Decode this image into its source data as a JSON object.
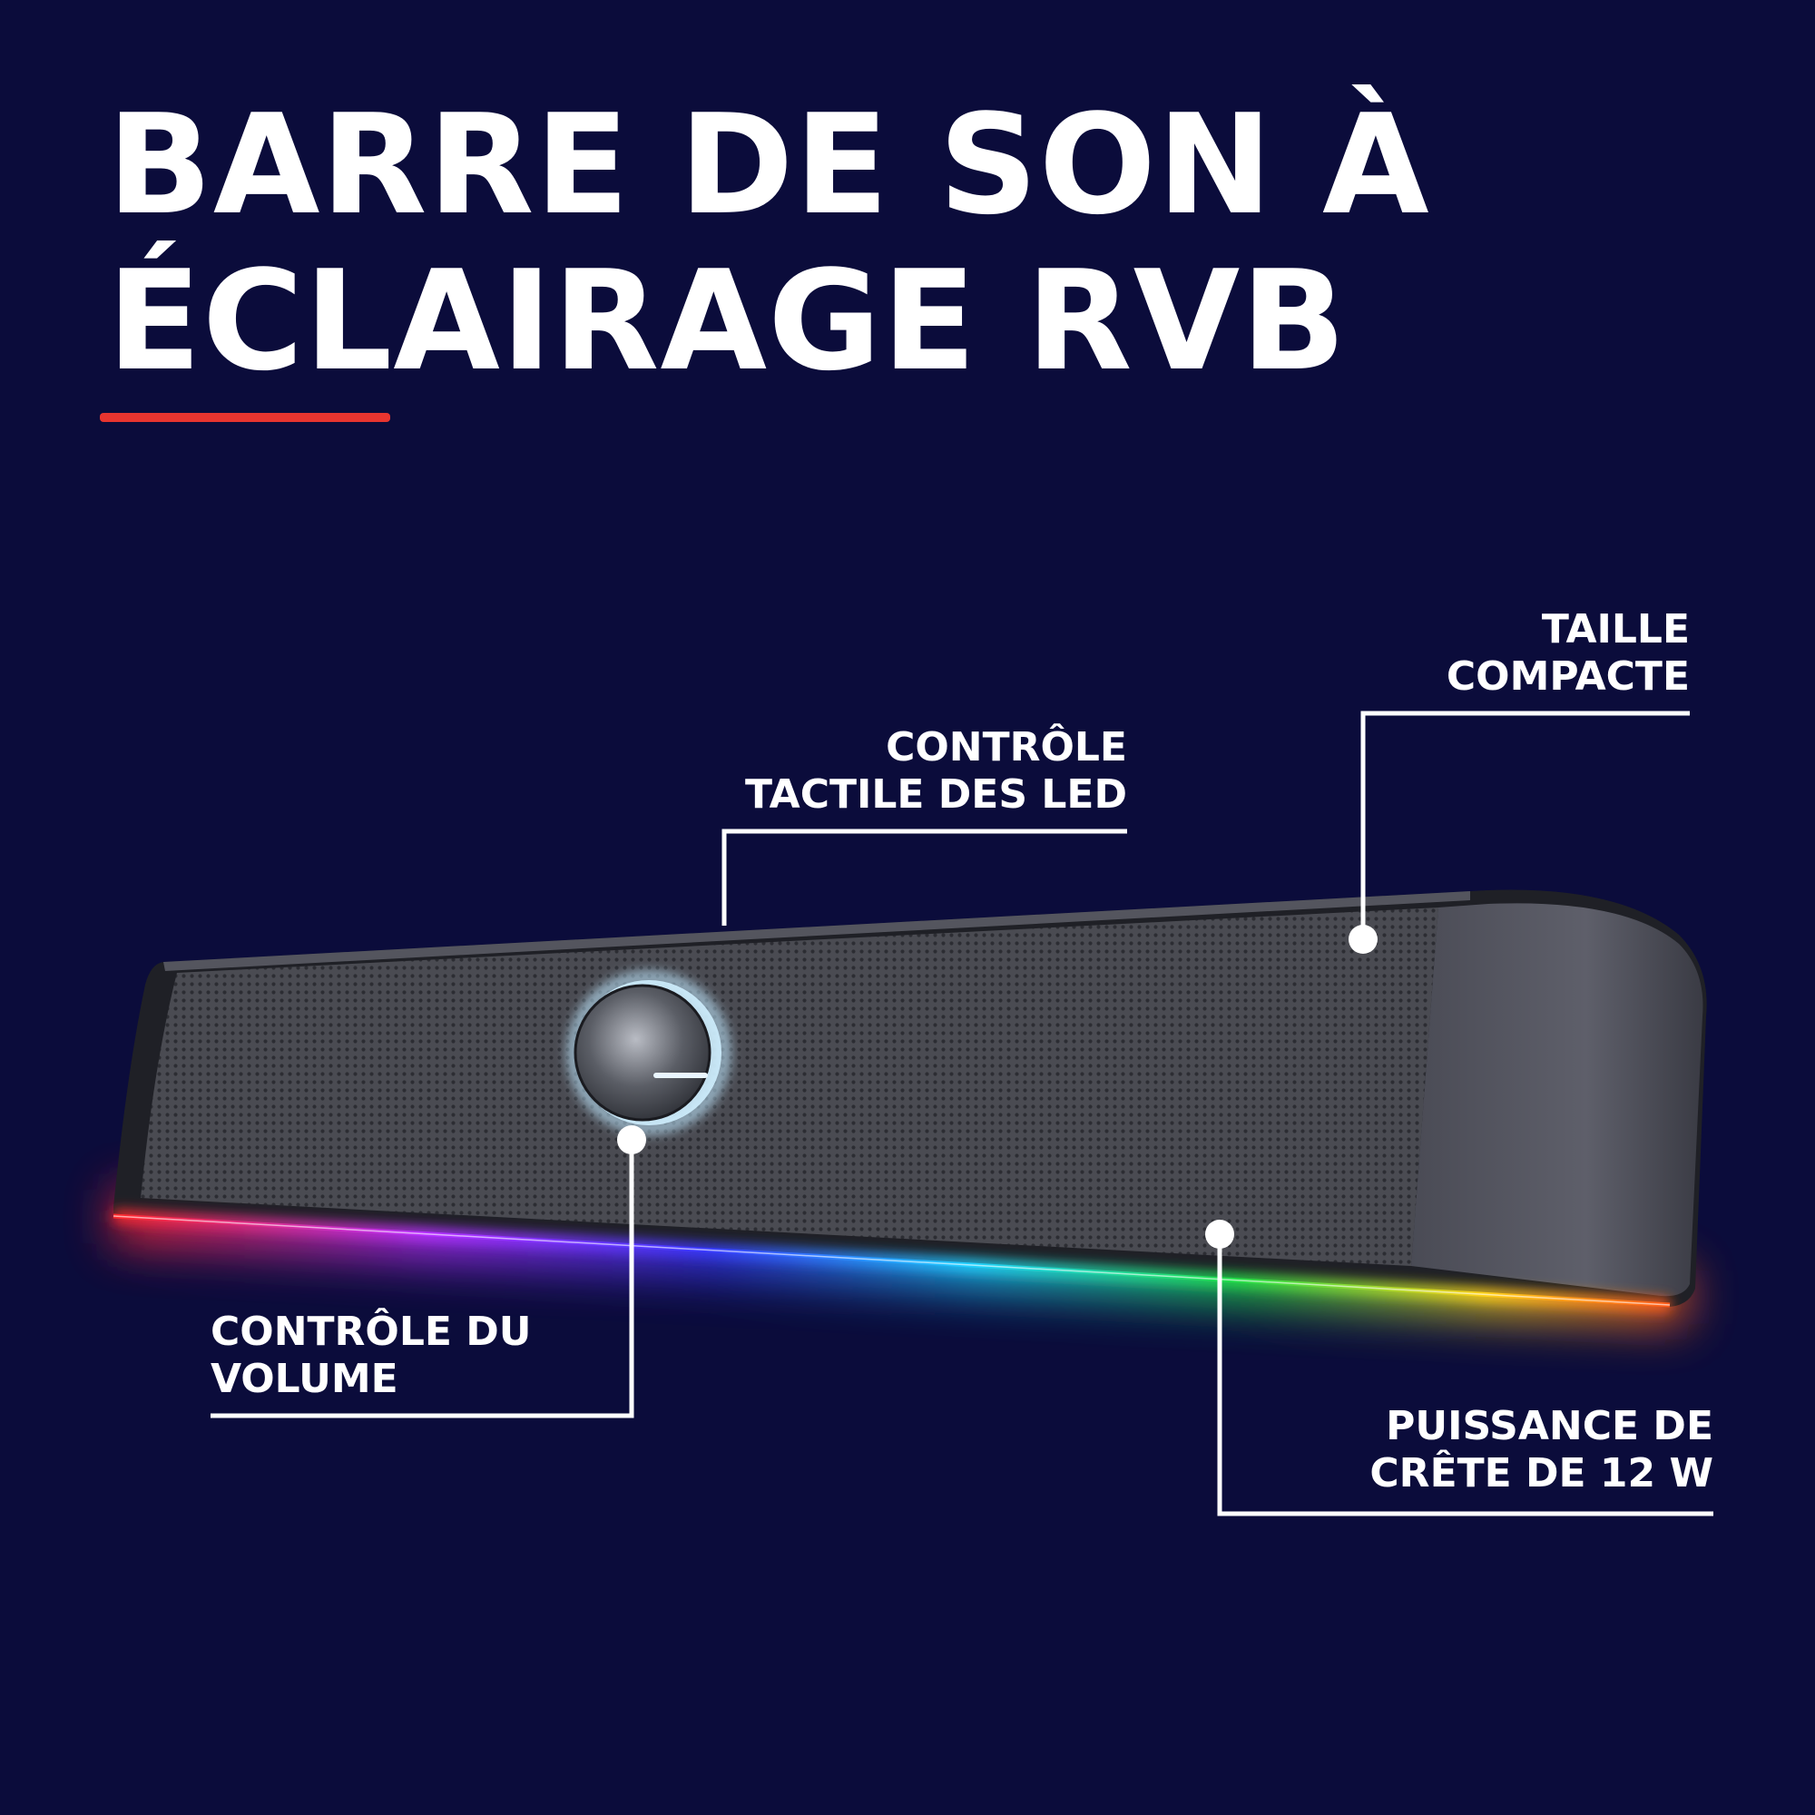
{
  "headline": {
    "line1": "BARRE DE SON À",
    "line2": "ÉCLAIRAGE RVB"
  },
  "callouts": {
    "compact_size": {
      "line1": "TAILLE",
      "line2": "COMPACTE"
    },
    "led_touch_control": {
      "line1": "CONTRÔLE",
      "line2": "TACTILE DES LED"
    },
    "volume_control": {
      "line1": "CONTRÔLE DU",
      "line2": "VOLUME"
    },
    "peak_power": {
      "line1": "PUISSANCE DE",
      "line2": "CRÊTE DE 12 W"
    }
  },
  "colors": {
    "background": "#0b0c3b",
    "accent": "#e8352f",
    "text": "#ffffff",
    "rgb_strip": [
      "#ff2a2a",
      "#b730ff",
      "#3a3aff",
      "#20d0ff",
      "#22e04a",
      "#ffd21a",
      "#ff5a1a"
    ]
  },
  "icons": [
    "volume-knob-icon",
    "callout-dot-icon"
  ]
}
